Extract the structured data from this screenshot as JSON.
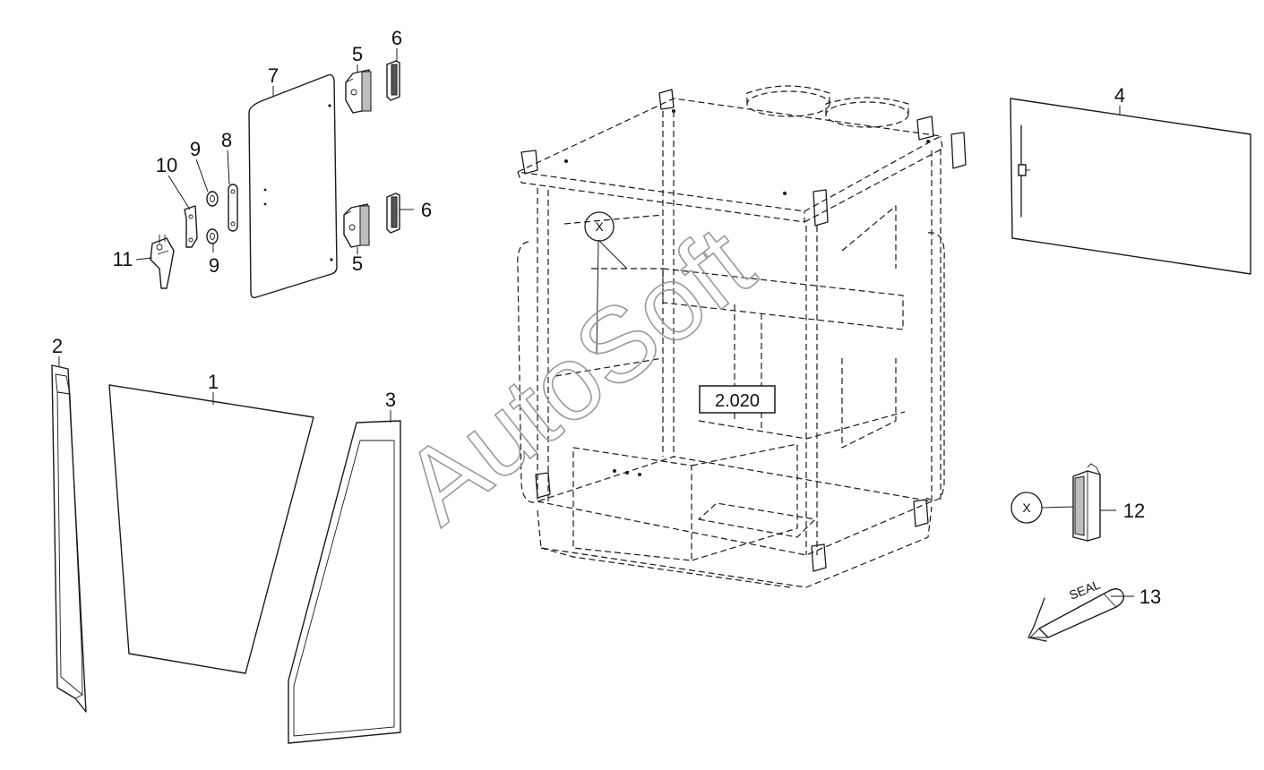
{
  "callouts": {
    "c1": "1",
    "c2": "2",
    "c3": "3",
    "c4": "4",
    "c5a": "5",
    "c5b": "5",
    "c6a": "6",
    "c6b": "6",
    "c7": "7",
    "c8": "8",
    "c9a": "9",
    "c9b": "9",
    "c10": "10",
    "c11": "11",
    "c12": "12",
    "c13": "13"
  },
  "reference_box": "2.020",
  "detail_markers": {
    "x1": "X",
    "x2": "X"
  },
  "seal_tube_label": "SEAL",
  "watermark": "AutoSoft"
}
